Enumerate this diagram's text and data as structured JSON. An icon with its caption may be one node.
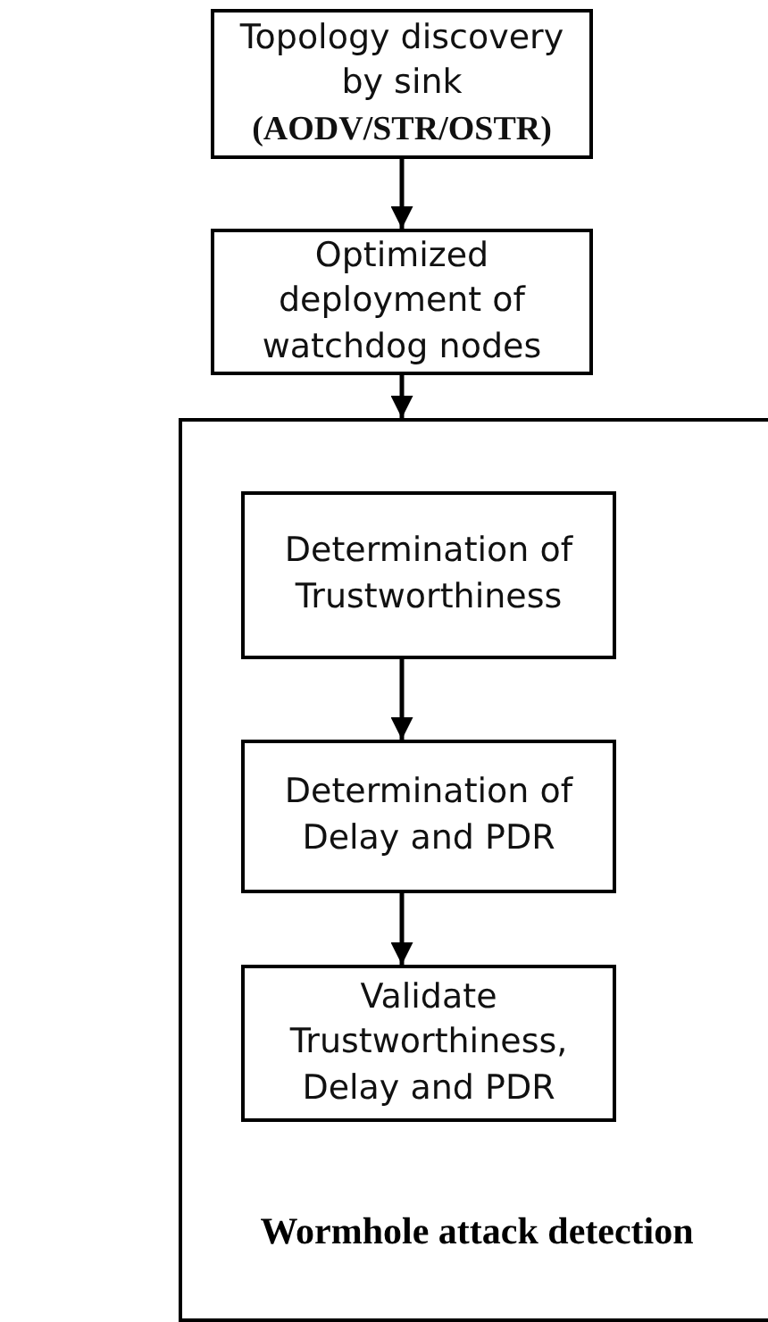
{
  "diagram": {
    "nodes": [
      {
        "text": [
          "Topology discovery by sink **(AODV/STR/OSTR)**"
        ]
      },
      {
        "text": [
          "Optimized deployment of watchdog nodes"
        ]
      },
      {
        "text": [
          "Wormhole attack detection"
        ]
      },
      {
        "text": [
          "Determination of Trustworthiness"
        ],
        "in": 2
      },
      {
        "text": [
          "Determination of Delay and PDR"
        ],
        "in": 2
      },
      {
        "text": [
          "Validate Trustworthiness, Delay and PDR"
        ],
        "in": 2
      }
    ],
    "edges": [
      {
        "from": 0,
        "to": 1,
        "arrow": "to"
      },
      {
        "from": 1,
        "to": 2,
        "arrow": "to"
      },
      {
        "from": 3,
        "to": 4,
        "arrow": "to"
      },
      {
        "from": 4,
        "to": 5,
        "arrow": "to"
      }
    ]
  }
}
